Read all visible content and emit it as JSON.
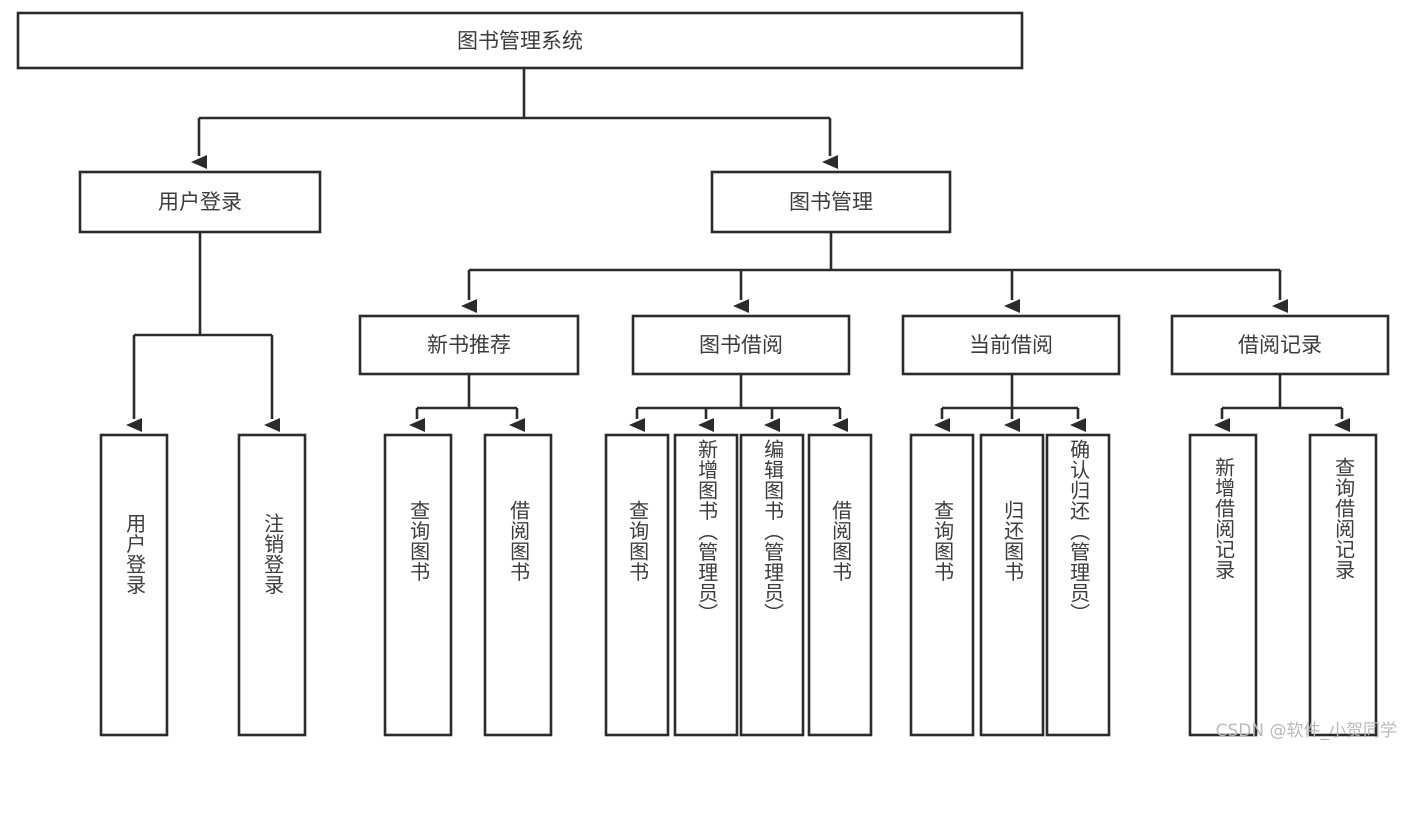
{
  "diagram": {
    "title": "图书管理系统",
    "type": "hierarchy-tree",
    "root": {
      "label": "图书管理系统"
    },
    "level1": [
      {
        "label": "用户登录"
      },
      {
        "label": "图书管理"
      }
    ],
    "level2": [
      {
        "label": "新书推荐",
        "parent": "图书管理"
      },
      {
        "label": "图书借阅",
        "parent": "图书管理"
      },
      {
        "label": "当前借阅",
        "parent": "图书管理"
      },
      {
        "label": "借阅记录",
        "parent": "图书管理"
      }
    ],
    "leaves": {
      "user_login": [
        {
          "label": "用户登录"
        },
        {
          "label": "注销登录"
        }
      ],
      "new_book_recommend": [
        {
          "label": "查询图书"
        },
        {
          "label": "借阅图书"
        }
      ],
      "book_borrow": [
        {
          "label": "查询图书"
        },
        {
          "label": "新增图书（管理员）"
        },
        {
          "label": "编辑图书（管理员）"
        },
        {
          "label": "借阅图书"
        }
      ],
      "current_borrow": [
        {
          "label": "查询图书"
        },
        {
          "label": "归还图书"
        },
        {
          "label": "确认归还（管理员）"
        }
      ],
      "borrow_record": [
        {
          "label": "新增借阅记录"
        },
        {
          "label": "查询借阅记录"
        }
      ]
    }
  },
  "watermark": {
    "text": "CSDN @软件_小贺同学"
  },
  "colors": {
    "stroke": "#2b2b2b",
    "text": "#3c3c3c",
    "background": "#ffffff",
    "watermark": "#b9b9b9"
  }
}
